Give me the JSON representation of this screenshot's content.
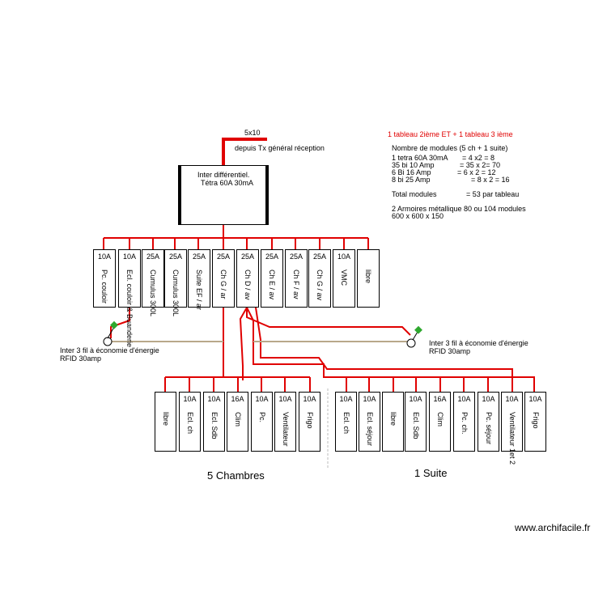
{
  "supply": {
    "cable": "5x10",
    "source": "depuis Tx général réception"
  },
  "main_switch": {
    "line1": "Inter différentiel.",
    "line2": "Tétra 60A 30mA"
  },
  "top_row": [
    {
      "amp": "10A",
      "label": "Pc. couloir"
    },
    {
      "amp": "10A",
      "label": "Ecl. couloir & Buanderie"
    },
    {
      "amp": "25A",
      "label": "Cumulus 300L"
    },
    {
      "amp": "25A",
      "label": "Cumulus 300L"
    },
    {
      "amp": "25A",
      "label": "Suite EF / ar"
    },
    {
      "amp": "25A",
      "label": "Ch G / ar"
    },
    {
      "amp": "25A",
      "label": "Ch D / av"
    },
    {
      "amp": "25A",
      "label": "Ch E / av"
    },
    {
      "amp": "25A",
      "label": "Ch F / av"
    },
    {
      "amp": "25A",
      "label": "Ch G / av"
    },
    {
      "amp": "10A",
      "label": "VMC"
    },
    {
      "amp": "",
      "label": "libre"
    }
  ],
  "chambres_row": [
    {
      "amp": "",
      "label": "libre"
    },
    {
      "amp": "10A",
      "label": "Ecl. ch"
    },
    {
      "amp": "10A",
      "label": "Ecl. Sdb"
    },
    {
      "amp": "16A",
      "label": "Clim"
    },
    {
      "amp": "10A",
      "label": "Pc."
    },
    {
      "amp": "10A",
      "label": "Ventilateur"
    },
    {
      "amp": "10A",
      "label": "Frigo"
    }
  ],
  "suite_row": [
    {
      "amp": "10A",
      "label": "Ecl. ch"
    },
    {
      "amp": "10A",
      "label": "Ecl. séjour"
    },
    {
      "amp": "",
      "label": "libre"
    },
    {
      "amp": "10A",
      "label": "Ecl. Sdb"
    },
    {
      "amp": "16A",
      "label": "Clim"
    },
    {
      "amp": "10A",
      "label": "Pc. ch."
    },
    {
      "amp": "10A",
      "label": "Pc. séjour"
    },
    {
      "amp": "10A",
      "label": "Ventilateur 1et 2"
    },
    {
      "amp": "10A",
      "label": "Frigo"
    }
  ],
  "inter_left": {
    "line1": "Inter 3 fil à économie d'énergie",
    "line2": "RFID 30amp"
  },
  "inter_right": {
    "line1": "Inter 3 fil à économie d'énergie",
    "line2": "RFID 30amp"
  },
  "groups": {
    "chambres": "5 Chambres",
    "suite": "1 Suite"
  },
  "info": {
    "title": "1 tableau 2ième ET + 1 tableau 3 ième",
    "l1": "Nombre de modules (5 ch + 1 suite)",
    "l2a": "1 tetra 60A 30mA",
    "l2b": "= 4 x2 = 8",
    "l3a": "35 bi 10 Amp",
    "l3b": "= 35 x 2= 70",
    "l4a": "6 Bi 16 Amp",
    "l4b": "= 6 x 2 = 12",
    "l5a": "8 bi 25 Amp",
    "l5b": "= 8 x 2 = 16",
    "l6a": "Total modules",
    "l6b": "= 53 par tableau",
    "l7": "2 Armoires métallique 80 ou 104 modules",
    "l8": "600 x 600 x 150"
  },
  "watermark": "www.archifacile.fr",
  "colors": {
    "wire": "#e00000",
    "control_wire": "#b8a88a",
    "switch_green": "#2ea82e"
  }
}
